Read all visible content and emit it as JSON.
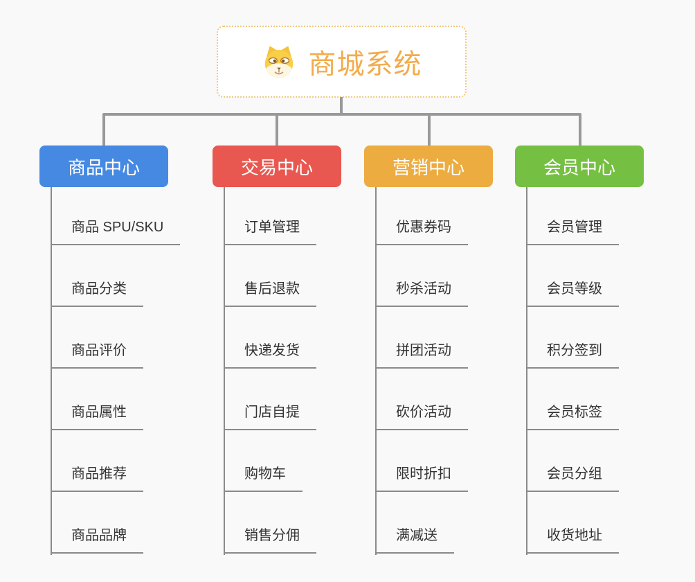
{
  "root": {
    "title": "商城系统",
    "icon": "doge-icon",
    "text_color": "#F2AC4B",
    "border_color": "#F1C87E"
  },
  "colors": {
    "background": "#F9F9F9",
    "connector": "#999999",
    "leaf_underline": "#8A8A8A",
    "leaf_text": "#333333",
    "header_text": "#FFFFFF"
  },
  "branches": [
    {
      "label": "商品中心",
      "color": "#4689E2",
      "items": [
        "商品 SPU/SKU",
        "商品分类",
        "商品评价",
        "商品属性",
        "商品推荐",
        "商品品牌"
      ]
    },
    {
      "label": "交易中心",
      "color": "#E85850",
      "items": [
        "订单管理",
        "售后退款",
        "快递发货",
        "门店自提",
        "购物车",
        "销售分佣"
      ]
    },
    {
      "label": "营销中心",
      "color": "#EDAC40",
      "items": [
        "优惠券码",
        "秒杀活动",
        "拼团活动",
        "砍价活动",
        "限时折扣",
        "满减送"
      ]
    },
    {
      "label": "会员中心",
      "color": "#75C042",
      "items": [
        "会员管理",
        "会员等级",
        "积分签到",
        "会员标签",
        "会员分组",
        "收货地址"
      ]
    }
  ]
}
